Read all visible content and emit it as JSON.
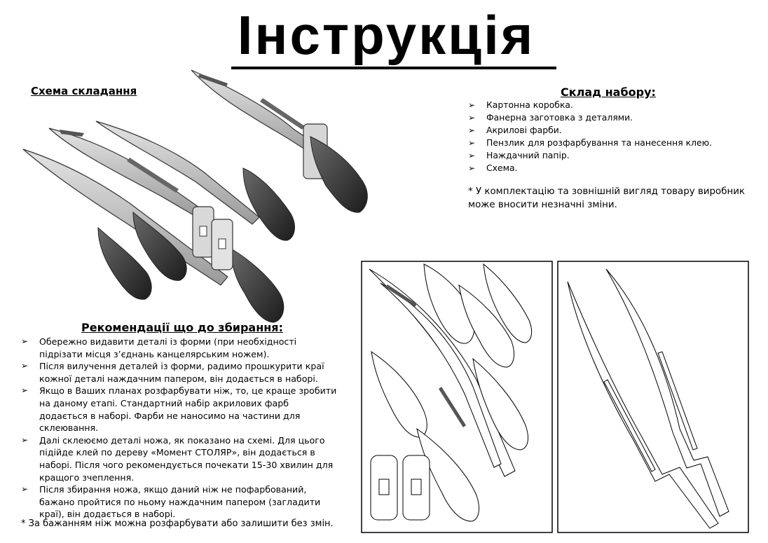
{
  "title": "Інструкція",
  "scheme": {
    "heading": "Схема складання"
  },
  "kit": {
    "heading": "Склад набору:",
    "bullet_icon": "arrow-bullet-icon",
    "items": [
      "Картонна коробка.",
      "Фанерна заготовка з деталями.",
      "Акрилові фарби.",
      "Пензлик для розфарбування та нанесення клею.",
      "Наждачний папір.",
      "Схема."
    ],
    "note": "* У комплектацію та зовнішній вигляд товару виробник може вносити незначні зміни."
  },
  "recommendations": {
    "heading": "Рекомендації що до збирання:",
    "items": [
      "Обережно видавити деталі із форми (при необхідності підрізати місця з’єднань канцелярським ножем).",
      "Після вилучення деталей із форми, радимо прошкурити краї кожної деталі наждачним папером, він додається в наборі.",
      "Якщо в Ваших планах розфарбувати ніж, то, це краще зробити на даному етапі. Стандартний набір акрилових фарб додається в наборі. Фарби не наносимо на частини для склеювання.",
      "Далі склеюємо деталі ножа, як показано на схемі. Для цього підійде клей по дереву «Момент СТОЛЯР», він додається в наборі. Після чого рекомендується почекати 15-30 хвилин для кращого зчеплення.",
      "Після збирання ножа, якщо даний ніж не пофарбований, бажано пройтися по ньому наждачним папером (загладити краї), він додається в наборі."
    ]
  },
  "footnote": "* За бажанням ніж можна розфарбувати або залишити без змін."
}
